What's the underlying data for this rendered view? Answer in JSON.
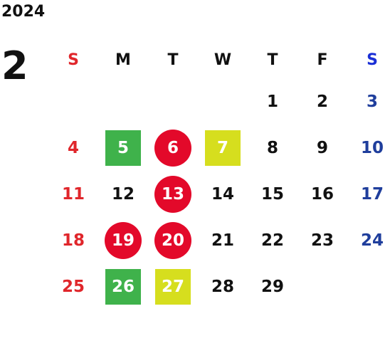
{
  "calendar": {
    "year": "2024",
    "month": "2",
    "weekdays": [
      "S",
      "M",
      "T",
      "W",
      "T",
      "F",
      "S"
    ],
    "weeks": [
      [
        "",
        "",
        "",
        "",
        "1",
        "2",
        "3"
      ],
      [
        "4",
        "5",
        "6",
        "7",
        "8",
        "9",
        "10"
      ],
      [
        "11",
        "12",
        "13",
        "14",
        "15",
        "16",
        "17"
      ],
      [
        "18",
        "19",
        "20",
        "21",
        "22",
        "23",
        "24"
      ],
      [
        "25",
        "26",
        "27",
        "28",
        "29",
        "",
        ""
      ]
    ],
    "marks": {
      "5": "green-square",
      "6": "red-circle",
      "7": "yellow-square",
      "13": "red-circle",
      "19": "red-circle",
      "20": "red-circle",
      "26": "green-square",
      "27": "yellow-square"
    },
    "colors": {
      "sunday": "#e0262b",
      "saturday": "#1f3e9c",
      "saturday_header": "#1a2fd6",
      "red_circle": "#e3092a",
      "green_square": "#3fb24b",
      "yellow_square": "#d6de1e",
      "text": "#111111"
    }
  }
}
